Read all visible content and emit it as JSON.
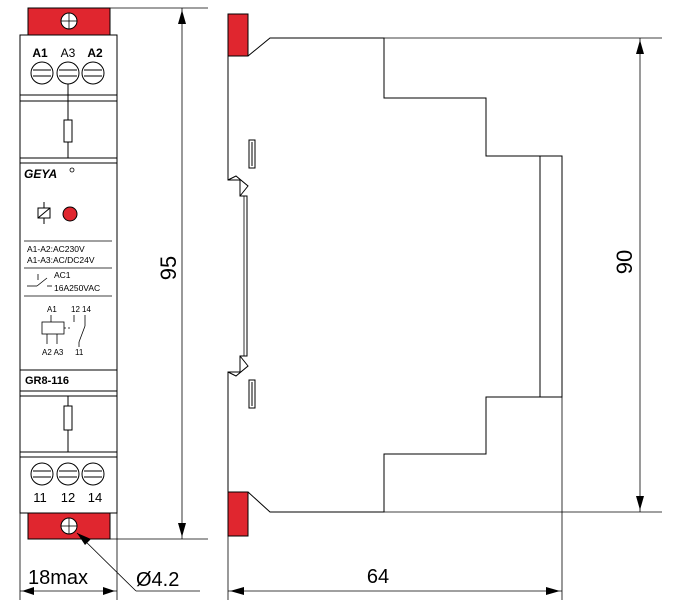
{
  "front": {
    "terminals_top": [
      "A1",
      "A3",
      "A2"
    ],
    "terminals_bottom": [
      "11",
      "12",
      "14"
    ],
    "brand": "GEYA",
    "voltage_line1": "A1-A2:AC230V",
    "voltage_line2": "A1-A3:AC/DC24V",
    "contact_class": "AC1",
    "contact_rating": "16A250VAC",
    "schematic": {
      "a1": "A1",
      "c12": "12",
      "c14": "14",
      "a2a3": "A2 A3",
      "c11": "11"
    },
    "model": "GR8-116"
  },
  "dimensions": {
    "width": "18max",
    "height_total": "95",
    "hole": "Ø4.2",
    "depth": "64",
    "height_body": "90"
  },
  "colors": {
    "clip": "#e0262f",
    "led": "#e0262f"
  }
}
